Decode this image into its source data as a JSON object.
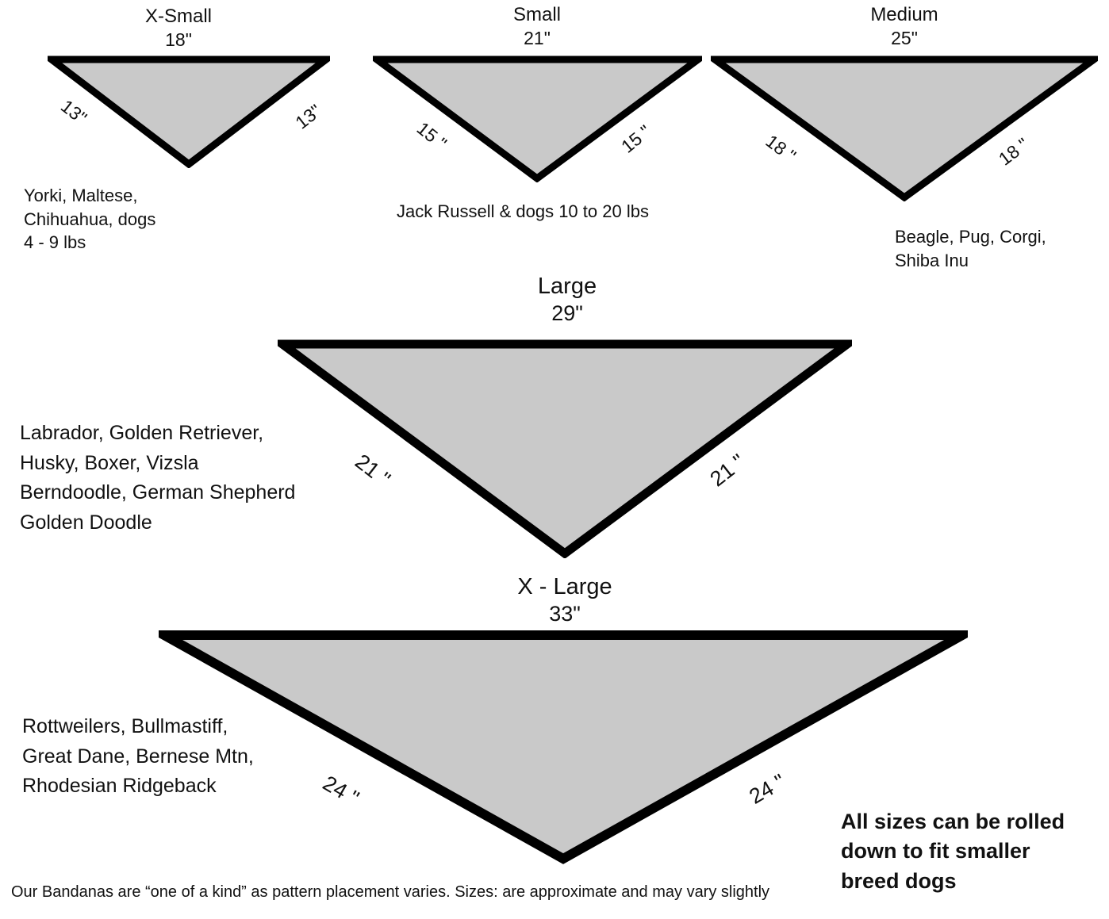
{
  "sizes": [
    {
      "name": "X-Small",
      "width_label": "18\"",
      "left_label": "13\"",
      "right_label": "13\"",
      "breeds": "Yorki, Maltese,\nChihuahua, dogs\n4 - 9 lbs"
    },
    {
      "name": "Small",
      "width_label": "21\"",
      "left_label": "15 \"",
      "right_label": "15 \"",
      "breeds": "Jack Russell & dogs 10 to 20 lbs"
    },
    {
      "name": "Medium",
      "width_label": "25\"",
      "left_label": "18 \"",
      "right_label": "18 \"",
      "breeds": "Beagle, Pug, Corgi,\nShiba Inu"
    },
    {
      "name": "Large",
      "width_label": "29\"",
      "left_label": "21 \"",
      "right_label": "21 \"",
      "breeds": "Labrador, Golden Retriever,\nHusky, Boxer, Vizsla\nBerndoodle, German Shepherd\nGolden Doodle"
    },
    {
      "name": "X - Large",
      "width_label": "33\"",
      "left_label": "24 \"",
      "right_label": "24 \"",
      "breeds": "Rottweilers, Bullmastiff,\nGreat Dane, Bernese Mtn,\nRhodesian Ridgeback"
    }
  ],
  "note": "All sizes can be rolled\ndown to fit smaller\nbreed dogs",
  "footer": "Our Bandanas are “one of a kind” as pattern placement varies. Sizes: are approximate and may vary slightly",
  "colors": {
    "triangle_fill": "#c9c9c9",
    "triangle_stroke": "#000000"
  }
}
